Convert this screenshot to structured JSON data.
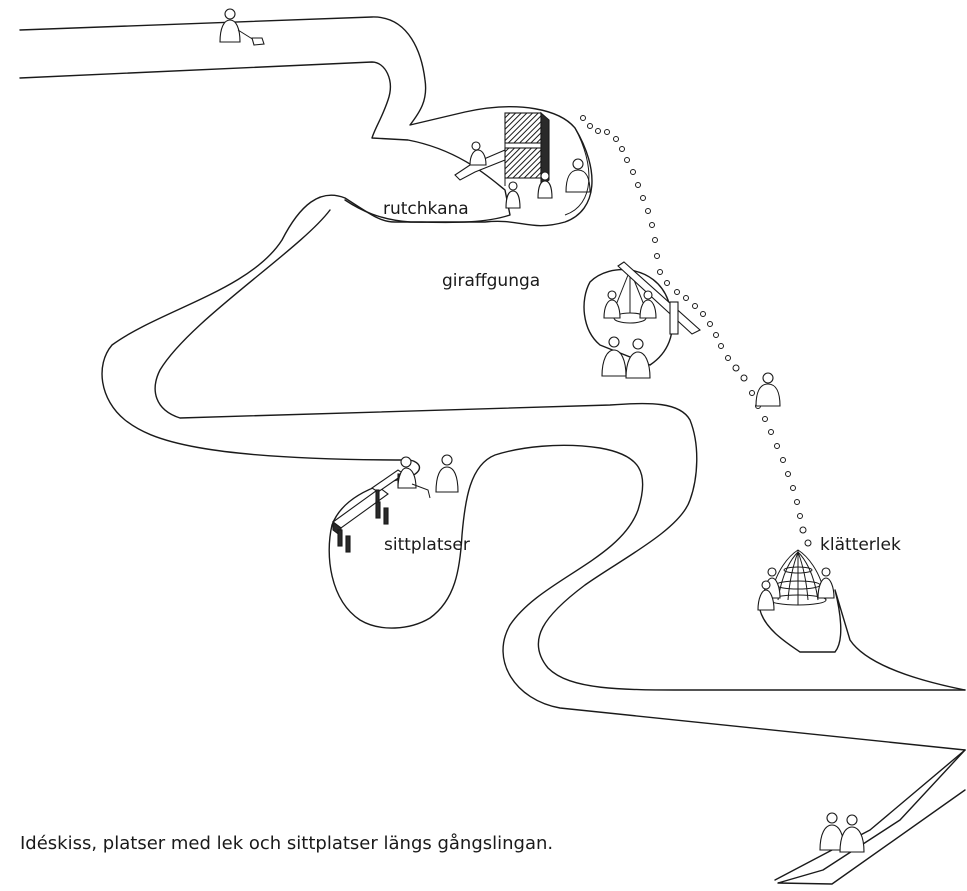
{
  "labels": {
    "rutchkana": "rutchkana",
    "giraffgunga": "giraffgunga",
    "sittplatser": "sittplatser",
    "klatterlek": "klätterlek"
  },
  "caption": "Idéskiss, platser med lek och sittplatser längs gångslingan.",
  "colors": {
    "ink": "#1a1a1a",
    "paper": "#ffffff",
    "dark_fill": "#2a2a2a"
  }
}
